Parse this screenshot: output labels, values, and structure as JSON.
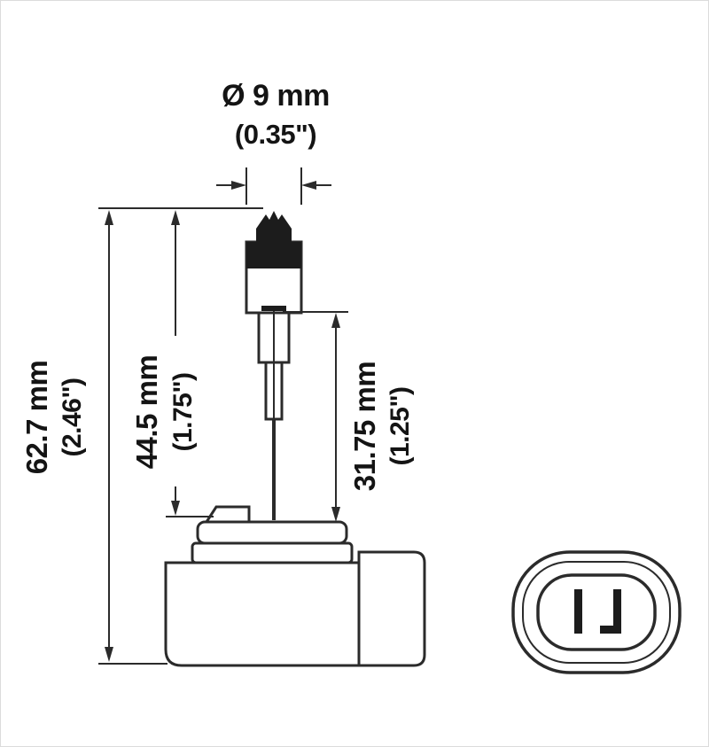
{
  "colors": {
    "line": "#2b2b2b",
    "text": "#141414",
    "background": "#ffffff"
  },
  "dimensions": {
    "diameter": {
      "metric": "Ø 9 mm",
      "imperial": "(0.35\")"
    },
    "overall_length": {
      "metric": "62.7 mm",
      "imperial": "(2.46\")"
    },
    "tip_to_flange": {
      "metric": "44.5 mm",
      "imperial": "(1.75\")"
    },
    "light_center": {
      "metric": "31.75 mm",
      "imperial": "(1.25\")"
    }
  }
}
